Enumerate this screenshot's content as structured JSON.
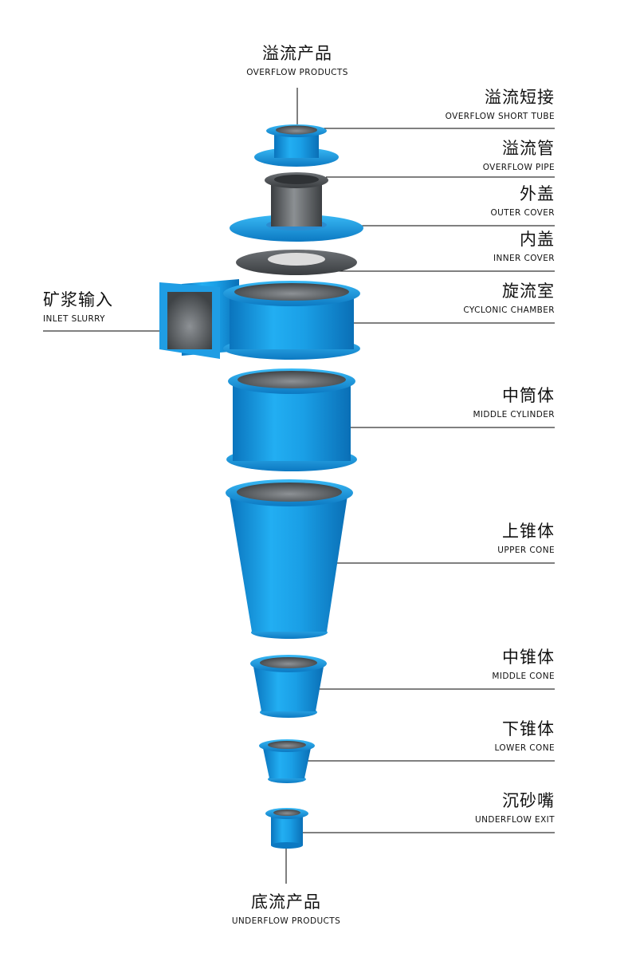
{
  "colors": {
    "body_blue": "#1a9fe6",
    "body_blue_dark": "#0b6fb3",
    "liner_gray": "#555a5e",
    "leader_line": "#000000"
  },
  "labels": {
    "overflow_products": {
      "zh": "溢流产品",
      "en": "OVERFLOW PRODUCTS"
    },
    "overflow_short_tube": {
      "zh": "溢流短接",
      "en": "OVERFLOW SHORT TUBE"
    },
    "overflow_pipe": {
      "zh": "溢流管",
      "en": "OVERFLOW PIPE"
    },
    "outer_cover": {
      "zh": "外盖",
      "en": "OUTER COVER"
    },
    "inner_cover": {
      "zh": "内盖",
      "en": "INNER COVER"
    },
    "cyclonic_chamber": {
      "zh": "旋流室",
      "en": "CYCLONIC CHAMBER"
    },
    "inlet_slurry": {
      "zh": "矿浆输入",
      "en": "INLET SLURRY"
    },
    "middle_cylinder": {
      "zh": "中筒体",
      "en": "MIDDLE CYLINDER"
    },
    "upper_cone": {
      "zh": "上锥体",
      "en": "UPPER CONE"
    },
    "middle_cone": {
      "zh": "中锥体",
      "en": "MIDDLE CONE"
    },
    "lower_cone": {
      "zh": "下锥体",
      "en": "LOWER CONE"
    },
    "underflow_exit": {
      "zh": "沉砂嘴",
      "en": "UNDERFLOW EXIT"
    },
    "underflow_products": {
      "zh": "底流产品",
      "en": "UNDERFLOW PRODUCTS"
    }
  }
}
